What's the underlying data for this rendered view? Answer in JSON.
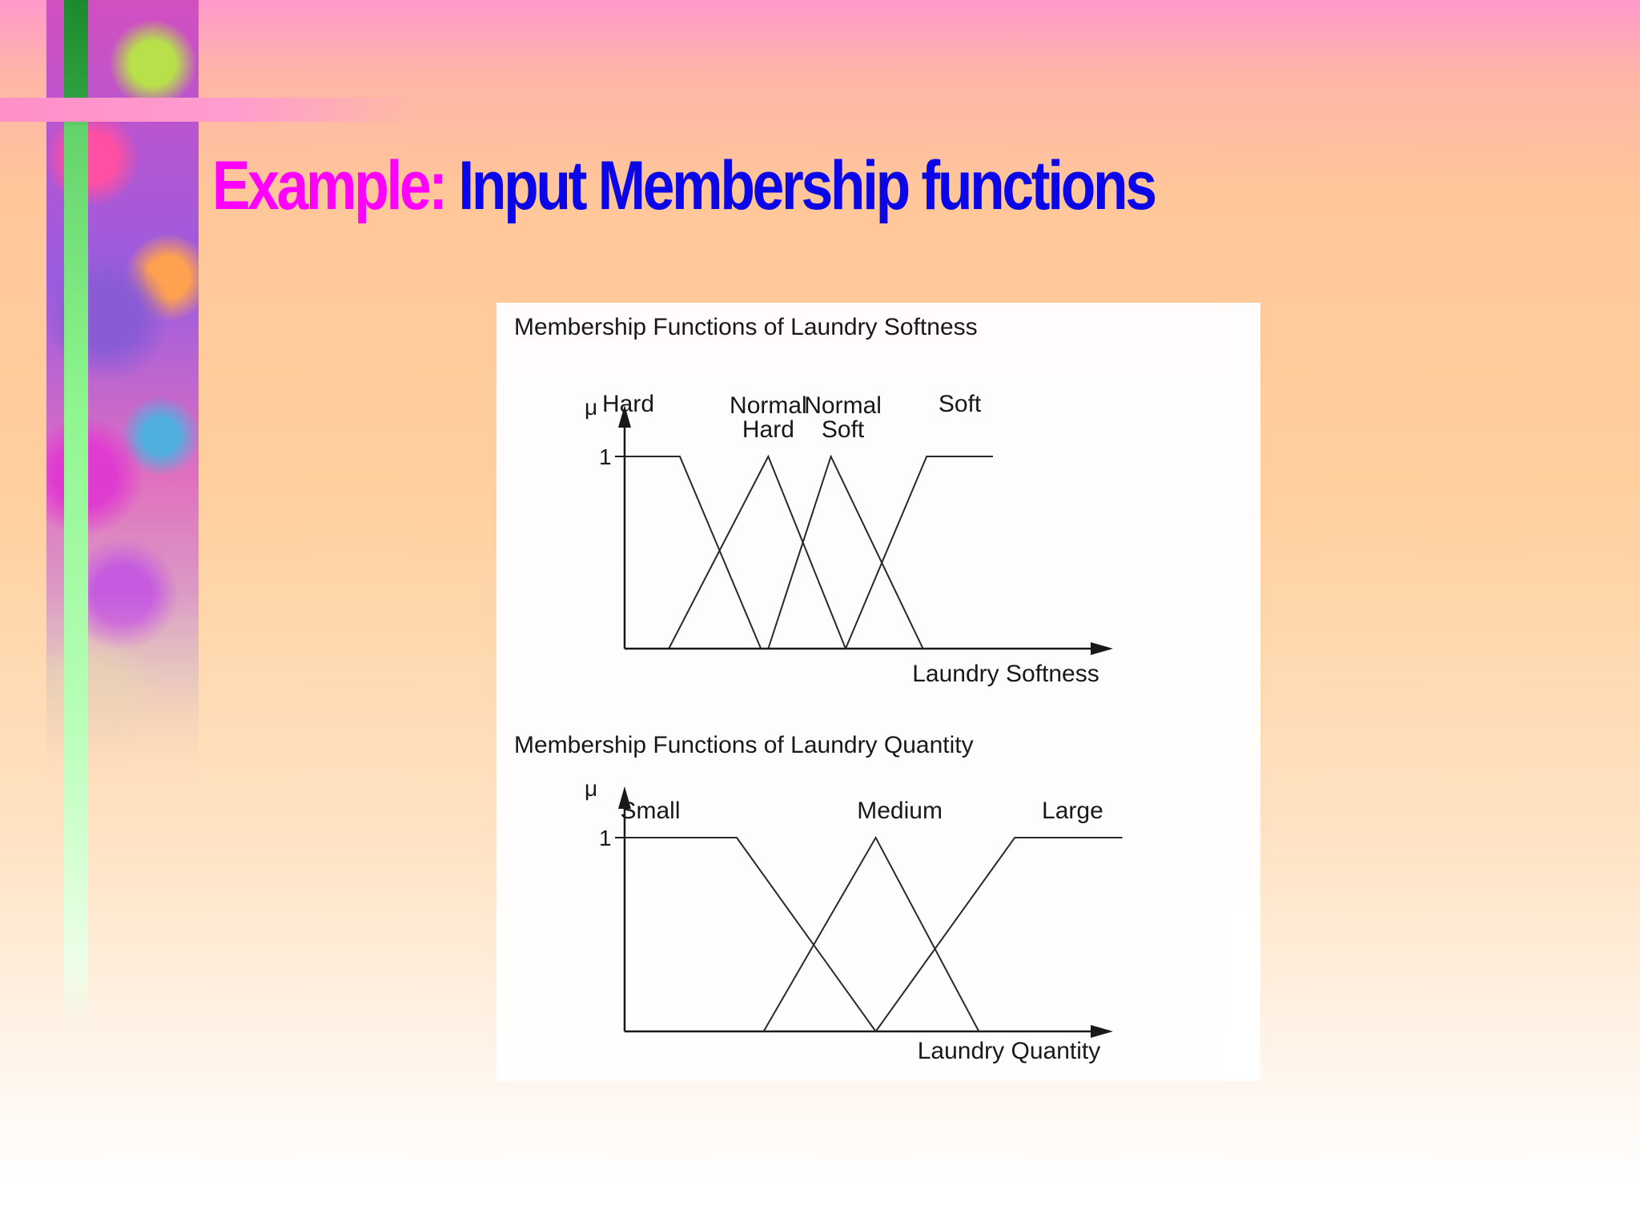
{
  "slide": {
    "title_highlight": "Example:",
    "title_rest": "Input Membership functions"
  },
  "chart_data": [
    {
      "type": "line",
      "title": "Membership Functions of Laundry Softness",
      "xlabel": "Laundry Softness",
      "ylabel": "μ",
      "y_tick_labels": [
        "1"
      ],
      "ylim": [
        0,
        1
      ],
      "xlim": [
        0,
        10
      ],
      "series": [
        {
          "name": "Hard",
          "label_lines": [
            "Hard"
          ],
          "x": [
            0,
            1.5,
            3.7
          ],
          "values": [
            1,
            1,
            0
          ]
        },
        {
          "name": "Normal Hard",
          "label_lines": [
            "Normal",
            "Hard"
          ],
          "x": [
            1.2,
            3.9,
            6.0
          ],
          "values": [
            0,
            1,
            0
          ]
        },
        {
          "name": "Normal Soft",
          "label_lines": [
            "Normal",
            "Soft"
          ],
          "x": [
            3.9,
            5.6,
            8.1
          ],
          "values": [
            0,
            1,
            0
          ]
        },
        {
          "name": "Soft",
          "label_lines": [
            "Soft"
          ],
          "x": [
            6.0,
            8.2,
            10
          ],
          "values": [
            0,
            1,
            1
          ]
        }
      ]
    },
    {
      "type": "line",
      "title": "Membership Functions of Laundry Quantity",
      "xlabel": "Laundry Quantity",
      "ylabel": "μ",
      "y_tick_labels": [
        "1"
      ],
      "ylim": [
        0,
        1
      ],
      "xlim": [
        0,
        10
      ],
      "series": [
        {
          "name": "Small",
          "label_lines": [
            "Small"
          ],
          "x": [
            0,
            2.5,
            5.6
          ],
          "values": [
            1,
            1,
            0
          ]
        },
        {
          "name": "Medium",
          "label_lines": [
            "Medium"
          ],
          "x": [
            3.1,
            5.6,
            7.9
          ],
          "values": [
            0,
            1,
            0
          ]
        },
        {
          "name": "Large",
          "label_lines": [
            "Large"
          ],
          "x": [
            5.6,
            8.7,
            11.1
          ],
          "values": [
            0,
            1,
            1
          ]
        }
      ]
    }
  ]
}
